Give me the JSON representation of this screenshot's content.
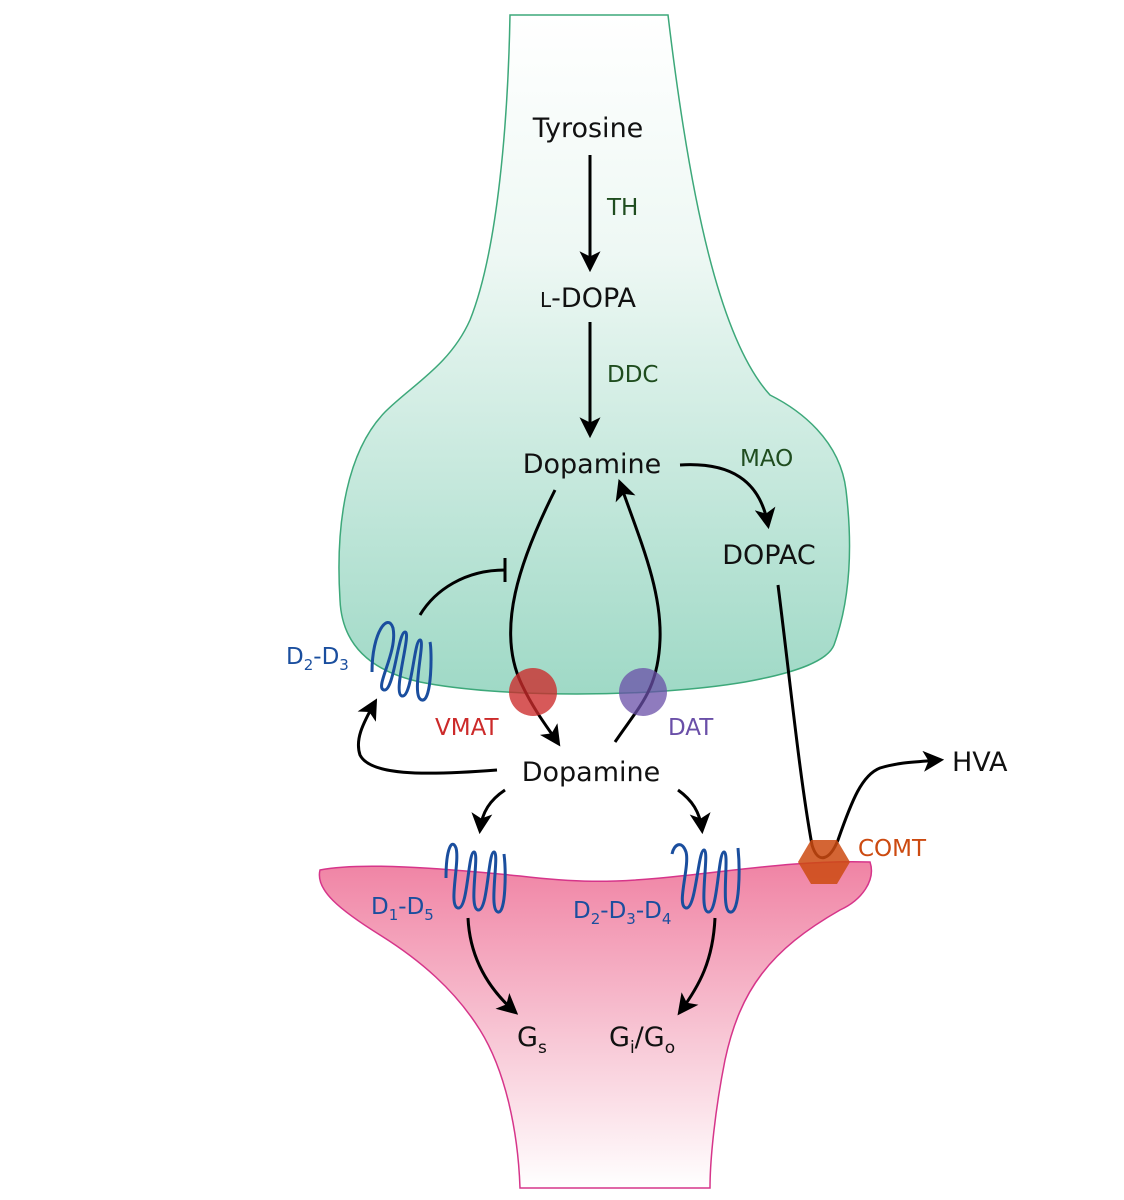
{
  "molecules": {
    "tyrosine": "Tyrosine",
    "ldopa_prefix": "L",
    "ldopa_rest": "-DOPA",
    "dopamine_presynaptic": "Dopamine",
    "dopac": "DOPAC",
    "dopamine_cleft": "Dopamine",
    "hva": "HVA"
  },
  "enzymes": {
    "th": "TH",
    "ddc": "DDC",
    "mao": "MAO",
    "comt": "COMT"
  },
  "transporters": {
    "vmat": "VMAT",
    "dat": "DAT"
  },
  "receptors": {
    "autoreceptor": {
      "base": "D",
      "s1": "2",
      "sep": "-D",
      "s2": "3"
    },
    "d1_family": {
      "base": "D",
      "s1": "1",
      "sep": "-D",
      "s2": "5"
    },
    "d2_family": {
      "base": "D",
      "s1": "2",
      "sep1": "-D",
      "s2": "3",
      "sep2": "-D",
      "s3": "4"
    }
  },
  "g_proteins": {
    "gs": {
      "base": "G",
      "sub": "s"
    },
    "gio": {
      "base1": "G",
      "sub1": "i",
      "slash": "/G",
      "sub2": "o"
    }
  },
  "colors": {
    "enzyme_text": "#1f4d1f",
    "receptor_text": "#1a4e9e",
    "vmat": "#cc2a2a",
    "dat": "#6a4fa8",
    "comt": "#cc4a10",
    "presynaptic_top": "#ffffff",
    "presynaptic_bottom": "#9fd9c6",
    "presynaptic_stroke": "#3da87a",
    "postsynaptic_top": "#f08aa8",
    "postsynaptic_bottom": "#ffffff",
    "postsynaptic_stroke": "#d6358a"
  }
}
